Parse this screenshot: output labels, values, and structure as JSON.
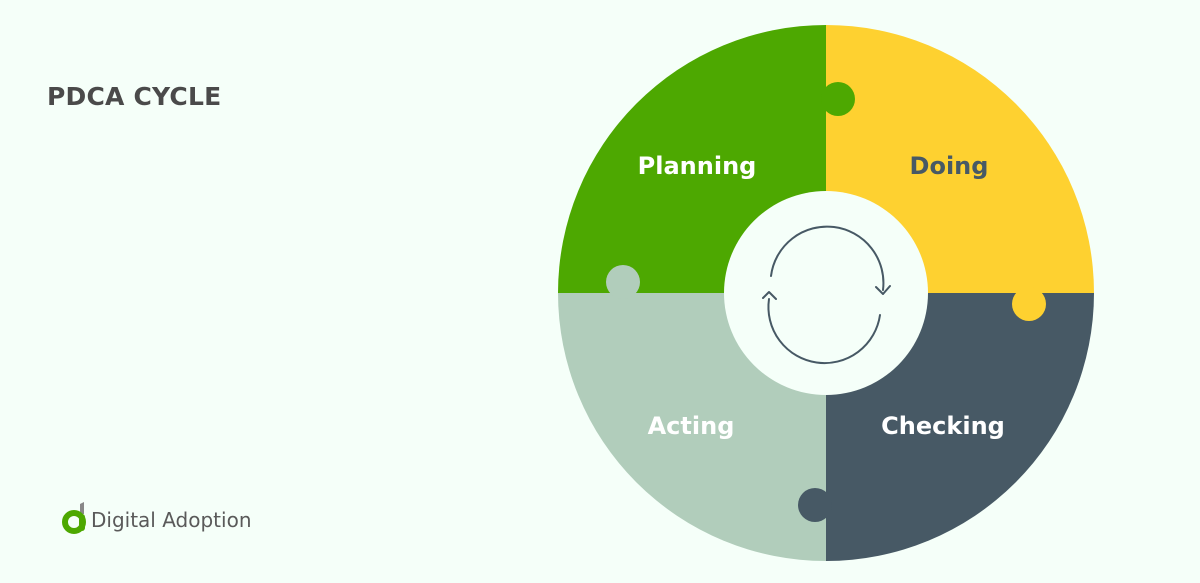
{
  "title": "PDCA CYCLE",
  "logo": {
    "text": "Digital Adoption",
    "icon": "digital-adoption-logo-icon"
  },
  "colors": {
    "background": "#f5fff9",
    "planning": "#4da801",
    "doing": "#fed130",
    "checking": "#475965",
    "acting": "#b1cdbb",
    "center": "#f5fff9",
    "arrows": "#475965",
    "title_text": "#4a4a4a"
  },
  "segments": [
    {
      "key": "planning",
      "label": "Planning",
      "text_color": "#ffffff"
    },
    {
      "key": "doing",
      "label": "Doing",
      "text_color": "#475965"
    },
    {
      "key": "checking",
      "label": "Checking",
      "text_color": "#ffffff"
    },
    {
      "key": "acting",
      "label": "Acting",
      "text_color": "#ffffff"
    }
  ],
  "center_icon": "cycle-arrows-icon"
}
